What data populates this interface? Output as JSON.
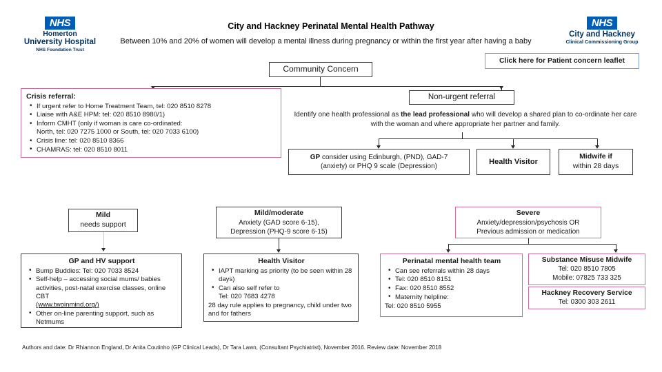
{
  "document": {
    "title": "City and Hackney Perinatal Mental Health Pathway",
    "intro": "Between 10% and 20% of women will develop a mental illness during pregnancy or within the first year after having a baby",
    "footer": "Authors and date:  Dr Rhiannon England, Dr Anita Coutinho (GP Clinical Leads), Dr Tara Lawn, (Consultant Psychiatrist), November 2016.  Review date:  November 2018"
  },
  "logos": {
    "left": {
      "mark": "NHS",
      "line1": "Homerton",
      "line2": "University Hospital",
      "line3": "NHS Foundation Trust"
    },
    "right": {
      "mark": "NHS",
      "line1": "City and Hackney",
      "line2": "Clinical Commissioning Group"
    }
  },
  "leaflet_button": {
    "label": "Click here for Patient concern leaflet"
  },
  "nodes": {
    "community_concern": {
      "label": "Community Concern"
    },
    "non_urgent_referral": {
      "label": "Non-urgent referral"
    },
    "lead_professional_note": "Identify one health professional as the lead professional who will develop a shared plan to co-ordinate her care with the woman and where appropriate her partner and family.",
    "lead_professional_bold": "the lead professional",
    "gp_scale": {
      "bold_prefix": "GP",
      "line1_rest": " consider using Edinburgh, (PND), GAD-7",
      "line2": "(anxiety) or PHQ 9 scale (Depression)"
    },
    "health_visitor_node": {
      "label": "Health Visitor"
    },
    "midwife_node": {
      "line1": "Midwife if",
      "line2": "within 28 days"
    }
  },
  "crisis_box": {
    "title": "Crisis referral:",
    "items": [
      "If urgent refer to Home Treatment Team, tel: 020 8510 8278",
      "Liaise with A&E HPM: tel: 020 8510 8980/1)",
      "Inform CMHT (only if woman is care co-ordinated:",
      "Crisis line: tel: 020 8510 8366",
      "CHAMRAS: tel: 020 8510 8011"
    ],
    "cmht_second_line": "North, tel: 020 7275 1000 or South, tel: 020 7033 6100)"
  },
  "severity": {
    "mild": {
      "title": "Mild",
      "subtitle": "needs support"
    },
    "mild_moderate": {
      "title": "Mild/moderate",
      "line1": "Anxiety (GAD score 6-15),",
      "line2": "Depression (PHQ-9 score 6-15)"
    },
    "severe": {
      "title": "Severe",
      "line1": "Anxiety/depression/psychosis OR",
      "line2": "Previous admission or medication"
    }
  },
  "services": {
    "gp_hv_support": {
      "title": "GP and HV support",
      "items": [
        "Bump Buddies:  Tel: 020 7033 8524",
        "Self-help – accessing social mums/ babies activities, post-natal exercise classes, online CBT",
        "Other on-line parenting support, such as Netmums"
      ],
      "link": "(www.twoinmind.org/)"
    },
    "health_visitor": {
      "title": "Health Visitor",
      "items": [
        "IAPT marking as priority (to be seen within 28 days)",
        "Can also self refer to"
      ],
      "tel_line": "Tel:  020 7683 4278",
      "note": "28 day rule applies to pregnancy, child under two and for fathers"
    },
    "perinatal_team": {
      "title": "Perinatal mental health team",
      "items": [
        "Can see referrals within 28 days",
        "Tel:  020 8510 8151",
        "Fax:  020 8510 8552",
        "Maternity helpline:"
      ],
      "tel_line": "Tel: 020 8510 5955"
    },
    "substance_misuse": {
      "title": "Substance Misuse Midwife",
      "line1": "Tel: 020 8510 7805",
      "line2": "Mobile:  07825 733 325"
    },
    "hackney_recovery": {
      "title": "Hackney Recovery Service",
      "line1": "Tel:  0300 303 2611"
    }
  },
  "colors": {
    "nhs_blue": "#005eb8",
    "pink_border": "#d06b97",
    "blue_border": "#7a9cc6",
    "line": "#2b2b2b"
  }
}
